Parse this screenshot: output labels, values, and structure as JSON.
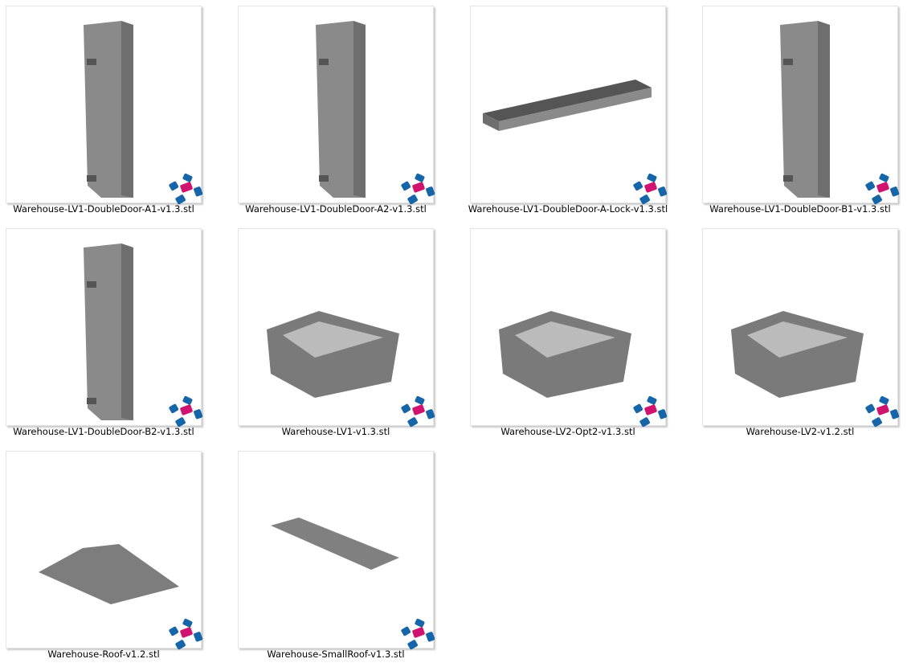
{
  "files": [
    {
      "name": "Warehouse-LV1-DoubleDoor-A1-v1.3.stl",
      "model": "door"
    },
    {
      "name": "Warehouse-LV1-DoubleDoor-A2-v1.3.stl",
      "model": "door"
    },
    {
      "name": "Warehouse-LV1-DoubleDoor-A-Lock-v1.3.stl",
      "model": "bar"
    },
    {
      "name": "Warehouse-LV1-DoubleDoor-B1-v1.3.stl",
      "model": "door"
    },
    {
      "name": "Warehouse-LV1-DoubleDoor-B2-v1.3.stl",
      "model": "door"
    },
    {
      "name": "Warehouse-LV1-v1.3.stl",
      "model": "building"
    },
    {
      "name": "Warehouse-LV2-Opt2-v1.3.stl",
      "model": "building"
    },
    {
      "name": "Warehouse-LV2-v1.2.stl",
      "model": "building"
    },
    {
      "name": "Warehouse-Roof-v1.2.stl",
      "model": "roof"
    },
    {
      "name": "Warehouse-SmallRoof-v1.3.stl",
      "model": "slab"
    }
  ],
  "colors": {
    "logo_blue": "#1565a8",
    "logo_pink": "#d0136f",
    "model_gray": "#8a8a8a"
  }
}
